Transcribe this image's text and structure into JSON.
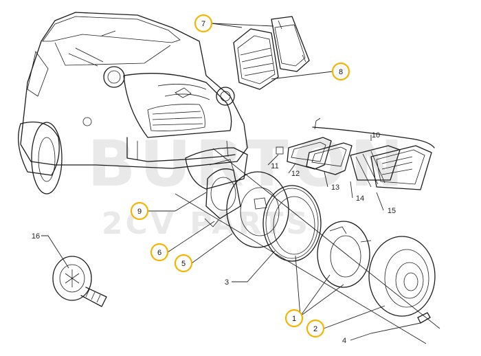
{
  "watermark": {
    "line1": "BURTON",
    "line2": "2CV PARTS"
  },
  "labels": {
    "p1": "1",
    "p2": "2",
    "p3": "3",
    "p4": "4",
    "p5": "5",
    "p6": "6",
    "p7": "7",
    "p8": "8",
    "p9": "9",
    "p10": "10",
    "p11": "11",
    "p12": "12",
    "p13": "13",
    "p14": "14",
    "p15": "15",
    "p16": "16"
  },
  "colors": {
    "callout_ring": "#f5b400",
    "linework": "#1a1a1a",
    "watermark": "#e9e9e9"
  }
}
